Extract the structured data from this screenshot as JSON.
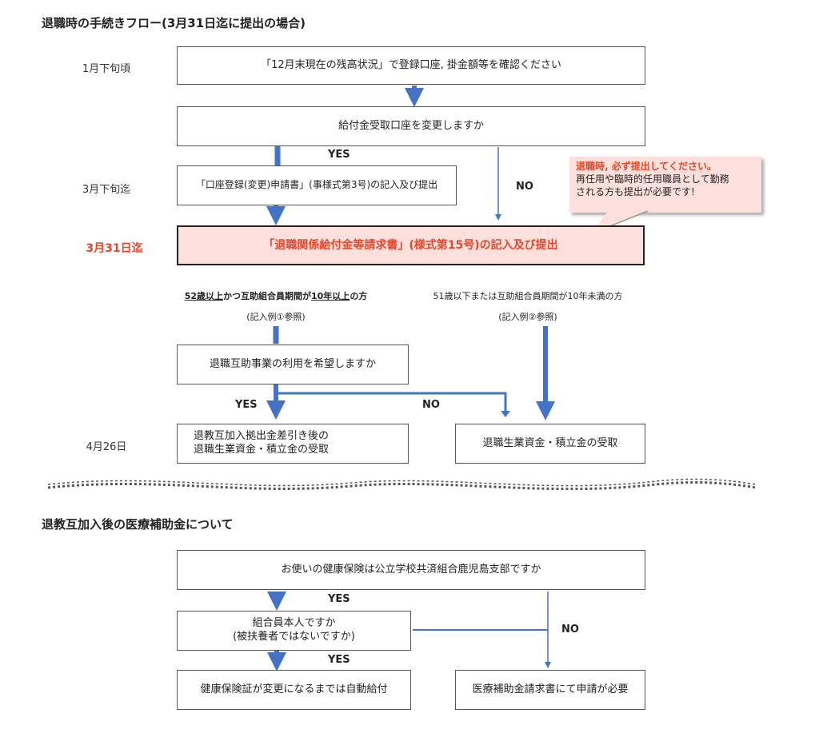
{
  "section1": {
    "title": "退職時の手続きフロー(3月31日迄に提出の場合)",
    "timeline": {
      "jan": "1月下旬頃",
      "mar_late": "3月下旬迄",
      "mar31": "3月31日迄",
      "apr26": "4月26日"
    },
    "boxes": {
      "check_balance": "「12月末現在の残高状況」で登録口座, 掛金額等を確認ください",
      "change_account_q": "給付金受取口座を変更しますか",
      "account_form": "「口座登録(変更)申請書」(事様式第3号)の記入及び提出",
      "claim_form": "「退職関係給付金等請求書」(様式第15号)の記入及び提出",
      "mutual_aid_q": "退職互助事業の利用を希望しますか",
      "receive_after_deduct_line1": "退教互加入拠出金差引き後の",
      "receive_after_deduct_line2": "退職生業資金・積立金の受取",
      "receive": "退職生業資金・積立金の受取"
    },
    "labels": {
      "yes1": "YES",
      "no1": "NO",
      "yes2": "YES",
      "no2": "NO"
    },
    "conditions": {
      "left_part1": "52歳以上",
      "left_part2": "かつ互助組合員期間が",
      "left_part3": "10年以上",
      "left_part4": "の方",
      "left_ref": "(記入例①参照)",
      "right": "51歳以下または互助組合員期間が10年未満の方",
      "right_ref": "(記入例②参照)"
    },
    "callout": {
      "headline": "退職時, 必ず提出してください。",
      "line2": "再任用や臨時的任用職員として勤務",
      "line3": "される方も提出が必要です!"
    }
  },
  "section2": {
    "title": "退教互加入後の医療補助金について",
    "boxes": {
      "insurance_q": "お使いの健康保険は公立学校共済組合鹿児島支部ですか",
      "member_q_line1": "組合員本人ですか",
      "member_q_line2": "(被扶養者ではないですか)",
      "auto_pay": "健康保険証が変更になるまでは自動給付",
      "apply_needed": "医療補助金請求書にて申請が必要"
    },
    "labels": {
      "yes1": "YES",
      "yes2": "YES",
      "no": "NO"
    }
  },
  "colors": {
    "arrow_blue": "#4472c4",
    "accent_red": "#e8452a",
    "highlight_pink": "#fde0dc"
  }
}
